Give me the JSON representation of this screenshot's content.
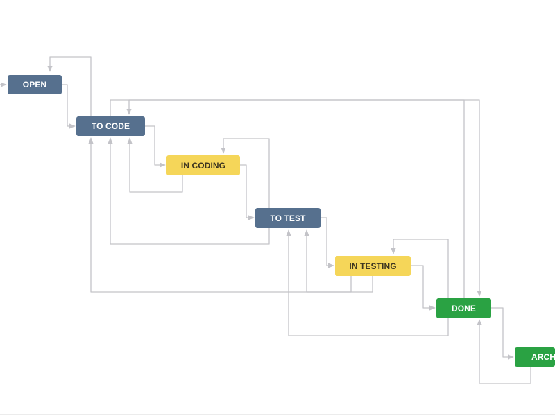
{
  "workflow": {
    "statuses": {
      "open": {
        "label": "OPEN",
        "category": "todo"
      },
      "to_code": {
        "label": "TO CODE",
        "category": "todo"
      },
      "in_coding": {
        "label": "IN CODING",
        "category": "inprog"
      },
      "to_test": {
        "label": "TO TEST",
        "category": "todo"
      },
      "in_testing": {
        "label": "IN TESTING",
        "category": "inprog"
      },
      "done": {
        "label": "DONE",
        "category": "done"
      },
      "archived": {
        "label": "ARCHI",
        "category": "done"
      }
    }
  },
  "colors": {
    "todo": "#56708e",
    "in_progress": "#f5d659",
    "done": "#2aa243",
    "connector": "#c3c3c8"
  }
}
